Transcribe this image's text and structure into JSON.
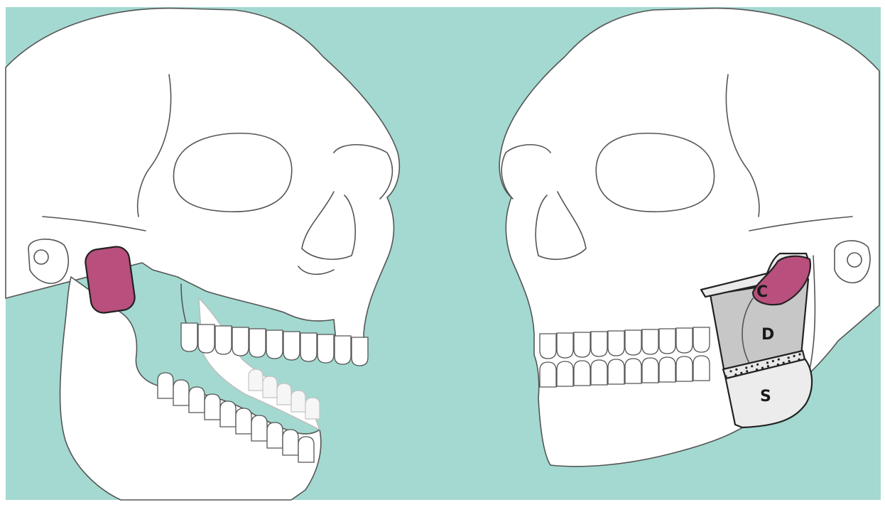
{
  "colors": {
    "background": "#a3d9d0",
    "frame": "#ffffff",
    "bone": "#ffffff",
    "outline": "#555555",
    "condyle": "#b84f7c",
    "ramus_component": "#c7c7c7",
    "plate": "#ebebeb",
    "stock_component": "#ececec"
  },
  "panels": [
    {
      "side": "left",
      "view": "skull-open-mouth",
      "highlight": "condyle"
    },
    {
      "side": "right",
      "view": "skull-with-implant",
      "highlight": "condyle-component"
    }
  ],
  "implant_labels": {
    "c": "C",
    "d": "D",
    "s": "S"
  }
}
